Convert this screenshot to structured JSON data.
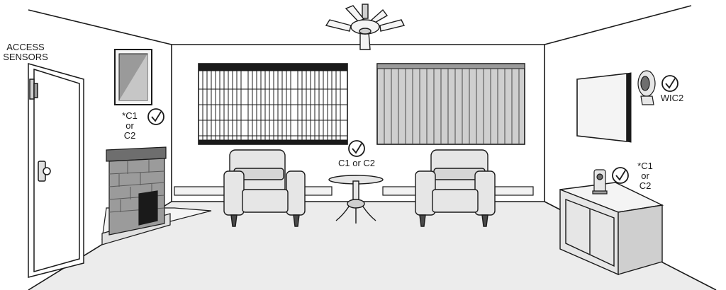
{
  "labels": {
    "access_sensors_line1": "ACCESS",
    "access_sensors_line2": "SENSORS",
    "fireplace_c1": "*C1",
    "fireplace_or": "or",
    "fireplace_c2": "C2",
    "table_label": "C1 or C2",
    "tv_stand_c1": "*C1",
    "tv_stand_or": "or",
    "tv_stand_c2": "C2",
    "wall_camera_label": "WIC2"
  },
  "colors": {
    "line": "#1a1a1a",
    "furniture_fill": "#e6e6e6",
    "shade_fill": "#cfcfcf",
    "floor": "#ececec",
    "stone": "#9b9b9b"
  },
  "icons": [
    "ceiling-fan-icon",
    "check-circle-icon",
    "security-camera-icon",
    "door-sensor-icon"
  ]
}
